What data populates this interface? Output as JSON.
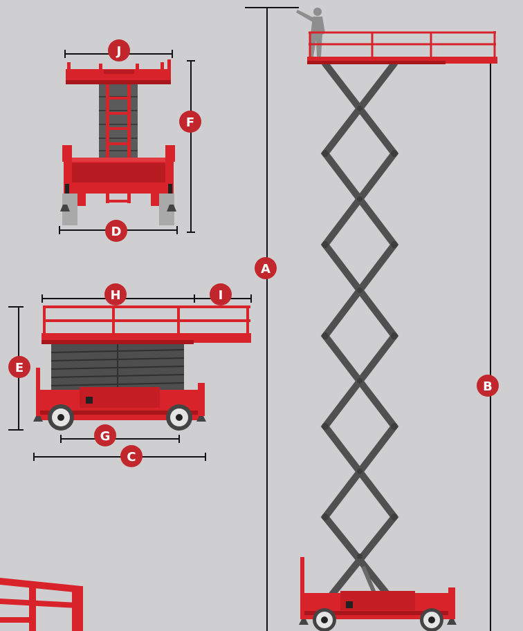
{
  "colors": {
    "background": "#cfcfd1",
    "machine_red": "#d8232a",
    "machine_dark_red": "#a8161c",
    "scissor_gray": "#4e4e4e",
    "badge_red": "#c1272d",
    "dimension_line": "#111111",
    "person_gray": "#8e8e8e"
  },
  "labels": {
    "A": "A",
    "B": "B",
    "C": "C",
    "D": "D",
    "E": "E",
    "F": "F",
    "G": "G",
    "H": "H",
    "I": "I",
    "J": "J"
  }
}
